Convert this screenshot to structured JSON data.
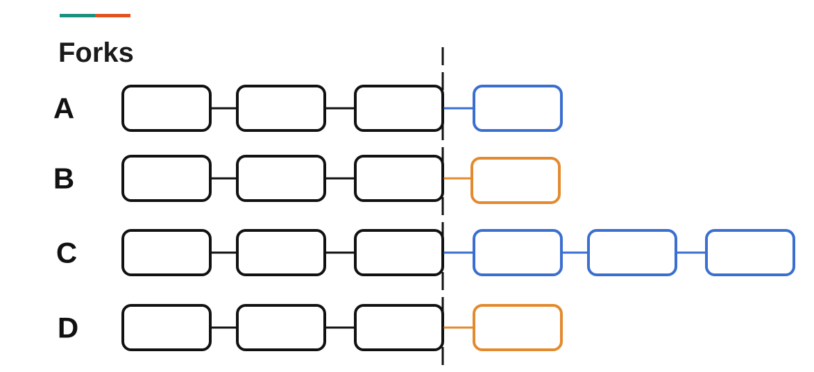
{
  "title": "Forks",
  "colors": {
    "accent_left": "#1a9080",
    "accent_right": "#e0531f",
    "block_black": "#111111",
    "block_blue": "#3a6fd0",
    "block_orange": "#e38a2e",
    "divider": "#111111"
  },
  "rows": [
    {
      "label": "A",
      "base_blocks": 3,
      "fork_blocks": 1,
      "fork_color": "blue"
    },
    {
      "label": "B",
      "base_blocks": 3,
      "fork_blocks": 1,
      "fork_color": "orange"
    },
    {
      "label": "C",
      "base_blocks": 3,
      "fork_blocks": 3,
      "fork_color": "blue"
    },
    {
      "label": "D",
      "base_blocks": 3,
      "fork_blocks": 1,
      "fork_color": "orange"
    }
  ]
}
